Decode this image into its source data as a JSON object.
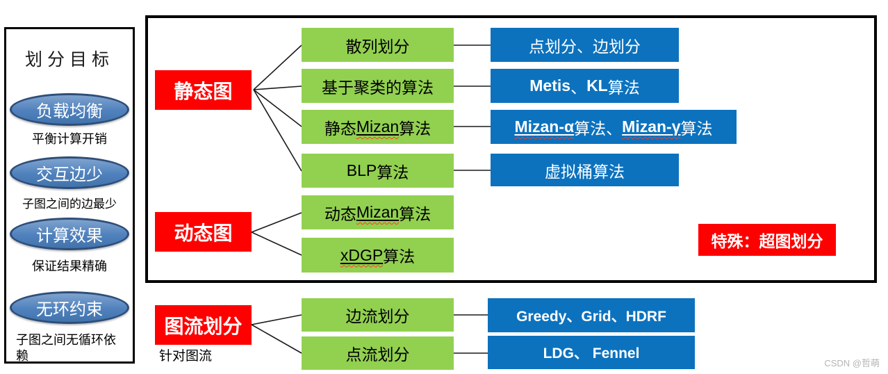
{
  "left_panel": {
    "title": "划分目标",
    "goals": [
      {
        "name": "负载均衡",
        "desc": "平衡计算开销"
      },
      {
        "name": "交互边少",
        "desc": "子图之间的边最少"
      },
      {
        "name": "计算效果",
        "desc": "保证结果精确"
      },
      {
        "name": "无环约束",
        "desc": "子图之间无循环依赖"
      }
    ]
  },
  "categories": {
    "static": "静态图",
    "dynamic": "动态图",
    "stream": "图流划分",
    "stream_caption": "针对图流",
    "special": "特殊：超图划分"
  },
  "methods": {
    "hash": "散列划分",
    "cluster": "基于聚类的算法",
    "static_mizan": {
      "pre": "静态",
      "mark": "Mizan",
      "post": "算法"
    },
    "blp": {
      "latin": "BLP",
      "post": "算法"
    },
    "dyn_mizan": {
      "pre": "动态",
      "mark": "Mizan",
      "post": "算法"
    },
    "xdgp": {
      "mark": "xDGP",
      "post": "算法"
    },
    "edge_stream": "边流划分",
    "vertex_stream": "点流划分"
  },
  "examples": {
    "point_edge": "点划分、边划分",
    "metis": {
      "l1": "Metis",
      "s1": "、",
      "l2": "KL",
      "post": "算法"
    },
    "mizan_greek": {
      "m1": "Mizan-α",
      "p1": "算法、",
      "m2": "Mizan-γ",
      "p2": "算法"
    },
    "bucket": "虚拟桶算法",
    "greedy": "Greedy、Grid、HDRF",
    "ldg": "LDG、 Fennel"
  },
  "watermark": "CSDN @哲萌",
  "colors": {
    "category_red": "#ff0000",
    "method_green": "#92d050",
    "example_blue": "#0c72be",
    "goal_ellipse_fill": "#4f81bd",
    "goal_ellipse_border": "#2e4e79",
    "spellcheck_wave": "#ff3b1f"
  }
}
